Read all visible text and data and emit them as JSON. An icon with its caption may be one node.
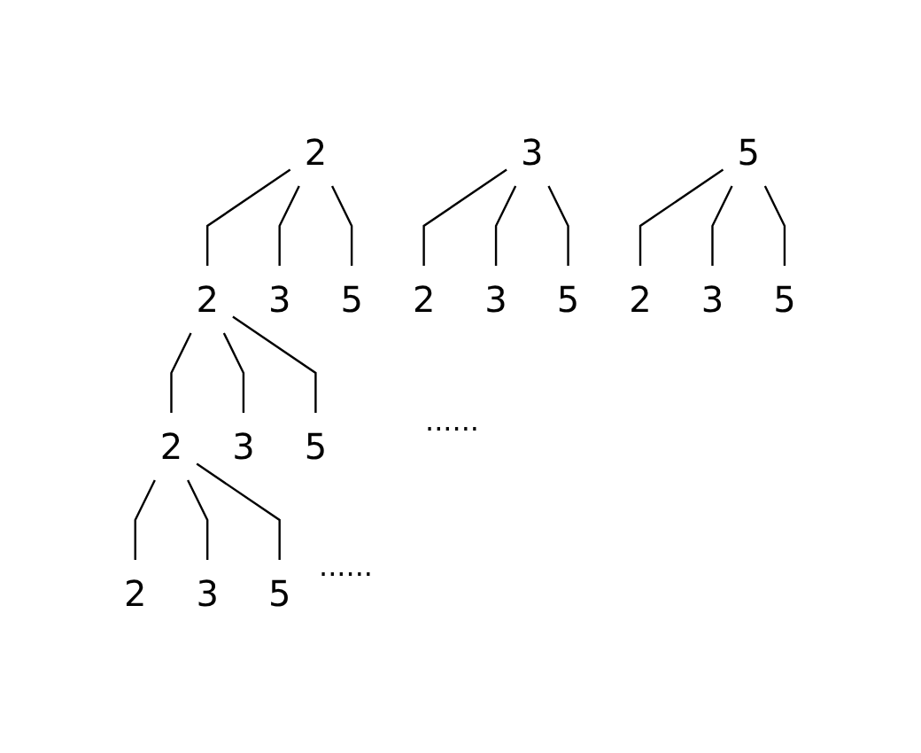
{
  "diagram": {
    "nodes": [
      {
        "text": [
          "2"
        ]
      },
      {
        "text": [
          "3"
        ]
      },
      {
        "text": [
          "5"
        ]
      },
      {
        "text": [
          "2"
        ]
      },
      {
        "text": [
          "3"
        ]
      },
      {
        "text": [
          "5"
        ]
      },
      {
        "text": [
          "2"
        ]
      },
      {
        "text": [
          "3"
        ]
      },
      {
        "text": [
          "5"
        ]
      },
      {
        "text": [
          "2"
        ]
      },
      {
        "text": [
          "3"
        ]
      },
      {
        "text": [
          "5"
        ]
      },
      {
        "text": [
          "2"
        ]
      },
      {
        "text": [
          "3"
        ]
      },
      {
        "text": [
          "5"
        ]
      },
      {
        "text": [
          "2"
        ]
      },
      {
        "text": [
          "3"
        ]
      },
      {
        "text": [
          "5"
        ]
      }
    ],
    "edges": [
      {
        "from": 0,
        "to": 3,
        "arrow": "none"
      },
      {
        "from": 0,
        "to": 4,
        "arrow": "none"
      },
      {
        "from": 0,
        "to": 5,
        "arrow": "none"
      },
      {
        "from": 1,
        "to": 6,
        "arrow": "none"
      },
      {
        "from": 1,
        "to": 7,
        "arrow": "none"
      },
      {
        "from": 1,
        "to": 8,
        "arrow": "none"
      },
      {
        "from": 2,
        "to": 9,
        "arrow": "none"
      },
      {
        "from": 2,
        "to": 10,
        "arrow": "none"
      },
      {
        "from": 2,
        "to": 11,
        "arrow": "none"
      },
      {
        "from": 3,
        "to": 12,
        "arrow": "none"
      },
      {
        "from": 3,
        "to": 13,
        "arrow": "none"
      },
      {
        "from": 3,
        "to": 14,
        "arrow": "none"
      },
      {
        "from": 12,
        "to": 15,
        "arrow": "none"
      },
      {
        "from": 12,
        "to": 16,
        "arrow": "none"
      },
      {
        "from": 12,
        "to": 17,
        "arrow": "none"
      }
    ],
    "labels": [
      "......",
      "......"
    ]
  }
}
